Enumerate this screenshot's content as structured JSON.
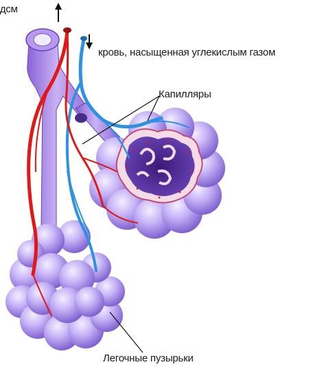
{
  "labels": {
    "top_oxygen_fragment": "одсм",
    "blood_co2": "кровь, насыщенная углекислым газом",
    "capillaries": "Капилляры",
    "alveoli": "Легочные пузырьки"
  },
  "colors": {
    "bronchus": "#a883e0",
    "bronchus_dark": "#6a3fb0",
    "alveoli_light": "#d7c8fb",
    "alveoli_mid": "#a78ce8",
    "artery": "#e01818",
    "vein": "#2f92e0",
    "pointer": "#111111"
  }
}
